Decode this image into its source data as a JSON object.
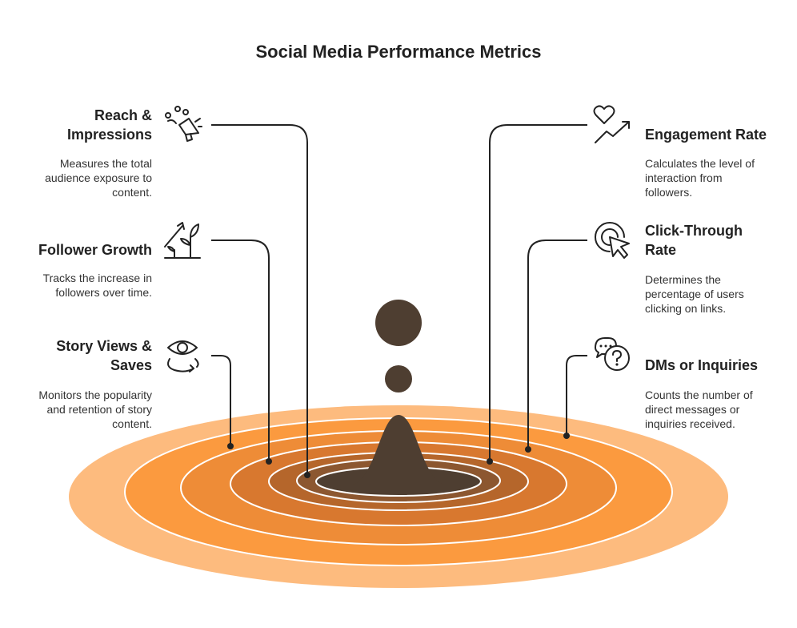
{
  "title": "Social Media Performance Metrics",
  "metrics": {
    "reach": {
      "title_line1": "Reach &",
      "title_line2": "Impressions",
      "desc_line1": "Measures the total",
      "desc_line2": "audience exposure to",
      "desc_line3": "content.",
      "icon": "megaphone-icon"
    },
    "follower": {
      "title_line1": "Follower Growth",
      "desc_line1": "Tracks the increase in",
      "desc_line2": "followers over time.",
      "icon": "plant-growth-icon"
    },
    "story": {
      "title_line1": "Story Views &",
      "title_line2": "Saves",
      "desc_line1": "Monitors the popularity",
      "desc_line2": "and retention of story",
      "desc_line3": "content.",
      "icon": "eye-refresh-icon"
    },
    "engagement": {
      "title_line1": "Engagement Rate",
      "desc_line1": "Calculates the level of",
      "desc_line2": "interaction from",
      "desc_line3": "followers.",
      "icon": "heart-trend-icon"
    },
    "ctr": {
      "title_line1": "Click-Through",
      "title_line2": "Rate",
      "desc_line1": "Determines the",
      "desc_line2": "percentage of users",
      "desc_line3": "clicking on links.",
      "icon": "cursor-click-icon"
    },
    "dms": {
      "title_line1": "DMs or Inquiries",
      "desc_line1": "Counts the number of",
      "desc_line2": "direct messages or",
      "desc_line3": "inquiries received.",
      "icon": "chat-question-icon"
    }
  },
  "colors": {
    "ring_outer": "#fdbb7e",
    "ring_2": "#fb9a3f",
    "ring_3": "#ee8c37",
    "ring_4": "#d8782f",
    "ring_5": "#b5662b",
    "ring_6": "#8c5730",
    "ring_inner": "#4e3e31",
    "drop": "#4e3e31",
    "line": "#222222"
  }
}
